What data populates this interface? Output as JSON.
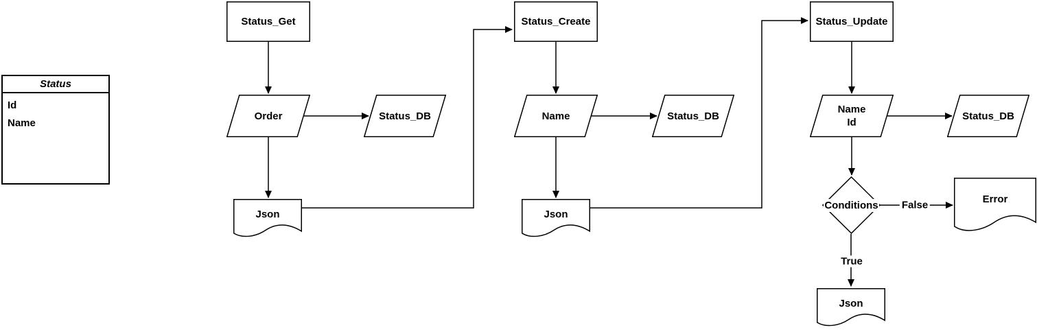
{
  "class_box": {
    "title": "Status",
    "fields": [
      "Id",
      "Name"
    ]
  },
  "nodes": {
    "status_get": "Status_Get",
    "order": "Order",
    "db1": "Status_DB",
    "json1": "Json",
    "status_create": "Status_Create",
    "name": "Name",
    "db2": "Status_DB",
    "json2": "Json",
    "status_update": "Status_Update",
    "name_id": [
      "Name",
      "Id"
    ],
    "db3": "Status_DB",
    "conditions": "Conditions",
    "error": "Error",
    "json3": "Json"
  },
  "edge_labels": {
    "false_label": "False",
    "true_label": "True"
  },
  "colors": {
    "stroke": "#000000",
    "node_fill": "#ffffff",
    "background": "#ffffff"
  }
}
